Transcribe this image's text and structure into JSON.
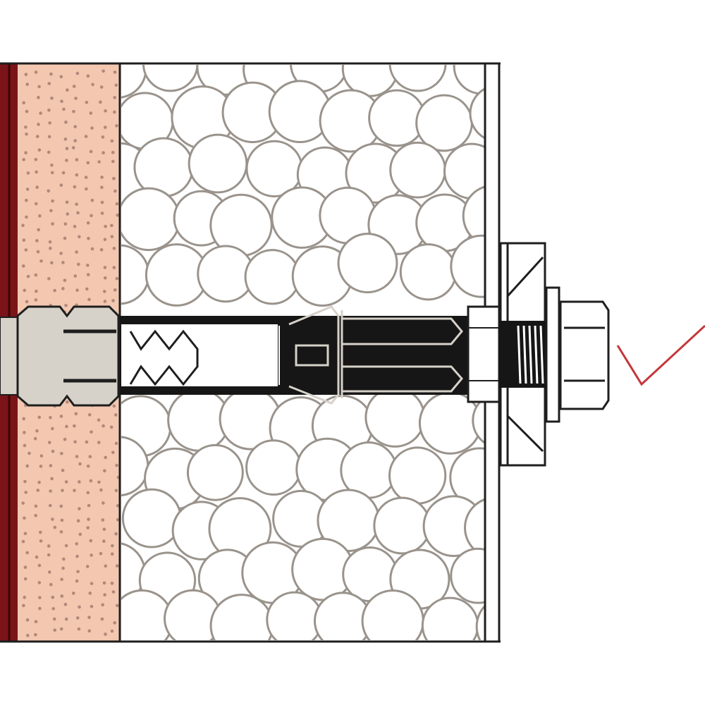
{
  "diagram": {
    "subject": "insulation-anchor-installation",
    "components": [
      "masonry-wall",
      "plaster-layer",
      "insulation-board",
      "anchor-sleeve",
      "anchor-shaft",
      "expansion-cone",
      "cap",
      "base-plate",
      "washer",
      "hex-nut",
      "threaded-rod",
      "checkmark-icon"
    ],
    "colors": {
      "wall": "#7a1418",
      "plaster": "#f3c7b0",
      "plaster_dots": "#b0897a",
      "insulation_outline": "#9a938c",
      "line": "#1e1e1e",
      "sleeve": "#d6d1c9",
      "check": "#c4373a"
    }
  }
}
